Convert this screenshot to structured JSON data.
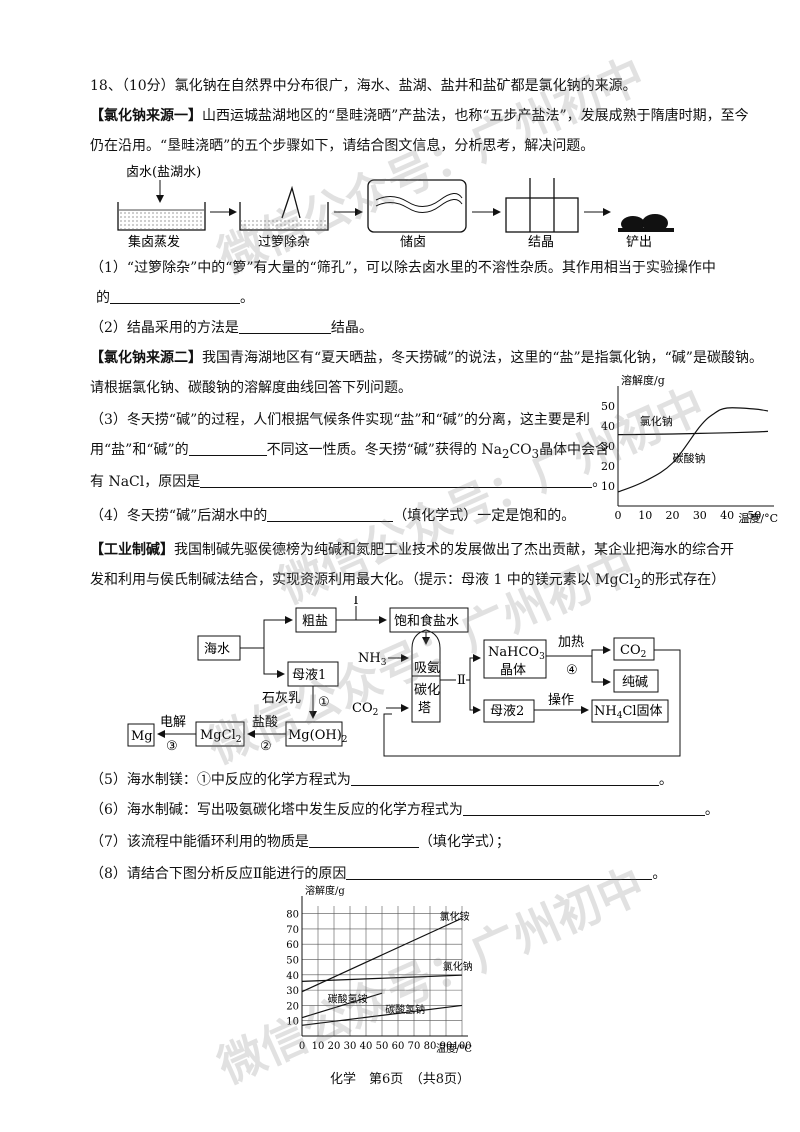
{
  "q18_intro": "18、（10分）氯化钠在自然界中分布很广，海水、盐湖、盐井和盐矿都是氯化钠的来源。",
  "source1": {
    "tag": "【氯化钠来源一】",
    "text_a": "山西运城盐湖地区的“垦畦浇晒”产盐法，也称“五步产盐法”，发展成熟于隋唐时期，至今",
    "text_b": "仍在沿用。“垦畦浇晒”的五个步骤如下，请结合图文信息，分析思考，解决问题。",
    "brine_label": "卤水(盐湖水)",
    "steps": [
      "集卤蒸发",
      "过箩除杂",
      "储卤",
      "结晶",
      "铲出"
    ]
  },
  "q1": {
    "a": "（1）“过箩除杂”中的“箩”有大量的“筛孔”，可以除去卤水里的不溶性杂质。其作用相当于实验操作中",
    "b": "的",
    "c": "。"
  },
  "q2": {
    "a": "（2）结晶采用的方法是",
    "b": "结晶。"
  },
  "source2": {
    "tag": "【氯化钠来源二】",
    "text_a": "我国青海湖地区有“夏天晒盐，冬天捞碱”的说法，这里的“盐”是指氯化钠，“碱”是碳酸钠。",
    "text_b": "请根据氯化钠、碳酸钠的溶解度曲线回答下列问题。"
  },
  "q3": {
    "a": "（3）冬天捞“碱”的过程，人们根据气候条件实现“盐”和“碱”的分离，这主要是利",
    "b1": "用“盐”和“碱”的",
    "b2": "不同这一性质。冬天捞“碱”获得的 Na",
    "b3": "CO",
    "b4": "晶体中会含",
    "sub2": "2",
    "sub3": "3",
    "c1": "有 NaCl，原因是",
    "c2": "。"
  },
  "q4": {
    "a": "（4）冬天捞“碱”后湖水中的",
    "b": "（填化学式）一定是饱和的。"
  },
  "industry": {
    "tag": "【工业制碱】",
    "text_a": "我国制碱先驱侯德榜为纯碱和氮肥工业技术的发展做出了杰出贡献，某企业把海水的综合开",
    "text_b1": "发和利用与侯氏制碱法结合，实现资源利用最大化。（提示：母液 1 中的镁元素以 MgCl",
    "text_b_sub": "2",
    "text_b2": "的形式存在）"
  },
  "flow": {
    "seawater": "海水",
    "crude_salt": "粗盐",
    "sat_brine": "饱和食盐水",
    "step1": "Ⅰ",
    "mother1": "母液1",
    "lime": "石灰乳",
    "c1": "①",
    "mgoh2": "Mg(OH)",
    "sub2": "2",
    "hcl": "盐酸",
    "c2": "②",
    "mgcl2": "MgCl",
    "electro": "电解",
    "c3": "③",
    "mg": "Mg",
    "nh3": "NH",
    "sub3": "3",
    "tower_l1": "吸氨",
    "tower_l2": "碳化",
    "tower_l3": "塔",
    "co2_in": "CO",
    "step2": "Ⅱ",
    "nahco3_l1": "NaHCO",
    "nahco3_l2": "晶体",
    "heat": "加热",
    "c4": "④",
    "co2_out": "CO",
    "soda": "纯碱",
    "mother2": "母液2",
    "op": "操作",
    "nh4cl": "NH",
    "nh4cl_tail": "Cl固体",
    "nh4cl_sub": "4"
  },
  "q5": {
    "a": "（5）海水制镁：①中反应的化学方程式为",
    "b": "。"
  },
  "q6": {
    "a": "（6）海水制碱：写出吸氨碳化塔中发生反应的化学方程式为",
    "b": "。"
  },
  "q7": {
    "a": "（7）该流程中能循环利用的物质是",
    "b": "（填化学式）；"
  },
  "q8": {
    "a": "（8）请结合下图分析反应Ⅱ能进行的原因",
    "b": "。"
  },
  "chart_data": [
    {
      "type": "line",
      "ylabel": "溶解度/g",
      "xlabel": "温度/°C",
      "x_ticks": [
        0,
        10,
        20,
        30,
        40,
        50
      ],
      "y_ticks": [
        10,
        20,
        30,
        40,
        50
      ],
      "xlim": [
        0,
        55
      ],
      "ylim": [
        0,
        55
      ],
      "series": [
        {
          "name": "氯化钠",
          "x": [
            0,
            10,
            20,
            30,
            40,
            50,
            55
          ],
          "y": [
            35.7,
            35.8,
            36.0,
            36.3,
            36.6,
            37.0,
            37.3
          ]
        },
        {
          "name": "碳酸钠",
          "x": [
            0,
            10,
            20,
            30,
            35,
            40,
            50,
            55
          ],
          "y": [
            7,
            12.5,
            21.5,
            39.7,
            46,
            49,
            48.5,
            47.5
          ]
        }
      ]
    },
    {
      "type": "line",
      "ylabel": "溶解度/g",
      "xlabel": "温度/°C",
      "x_ticks": [
        0,
        10,
        20,
        30,
        40,
        50,
        60,
        70,
        80,
        90,
        100
      ],
      "y_ticks": [
        10,
        20,
        30,
        40,
        50,
        60,
        70,
        80
      ],
      "xlim": [
        0,
        100
      ],
      "ylim": [
        0,
        85
      ],
      "series": [
        {
          "name": "氯化铵",
          "x": [
            0,
            100
          ],
          "y": [
            29,
            77
          ]
        },
        {
          "name": "氯化钠",
          "x": [
            0,
            100
          ],
          "y": [
            35.7,
            39.8
          ]
        },
        {
          "name": "碳酸氢铵",
          "x": [
            0,
            50
          ],
          "y": [
            12,
            28
          ]
        },
        {
          "name": "碳酸氢钠",
          "x": [
            0,
            100
          ],
          "y": [
            7,
            20
          ]
        }
      ]
    }
  ],
  "footer": "化学　第6页　（共8页）",
  "watermarks": [
    "微信公众号：广州初中",
    "微信公众号：广州初中",
    "微信公众号：广州初中",
    "微信公众号：广州初中"
  ]
}
